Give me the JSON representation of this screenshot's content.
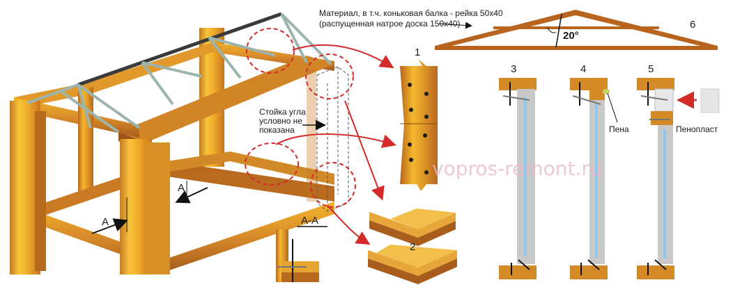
{
  "annotations": {
    "material_line1": "Материал, в т.ч. коньковая балка - рейка 50х40",
    "material_line2": "(распущенная натрое доска 150х40)",
    "corner_post_line1": "Стойка угла",
    "corner_post_line2": "условно не",
    "corner_post_line3": "показана",
    "section_label": "А-А",
    "arrow_label_a": "А",
    "angle_label": "20°",
    "foam_label": "Пена",
    "polystyrene_label": "Пенопласт",
    "watermark": "vopros-remont.ru"
  },
  "figure_numbers": {
    "n1": "1",
    "n2": "2",
    "n3": "3",
    "n4": "4",
    "n5": "5",
    "n6": "6"
  },
  "colors": {
    "wood_light": "#f2b52a",
    "wood_mid": "#d9892a",
    "wood_dark": "#b2641e",
    "ridge": "#3a3a3a",
    "rafter": "#9bb5ad",
    "callout_red": "#d42a2a",
    "glass": "#8fc8ee",
    "frame_grey": "#c9c9c9"
  }
}
